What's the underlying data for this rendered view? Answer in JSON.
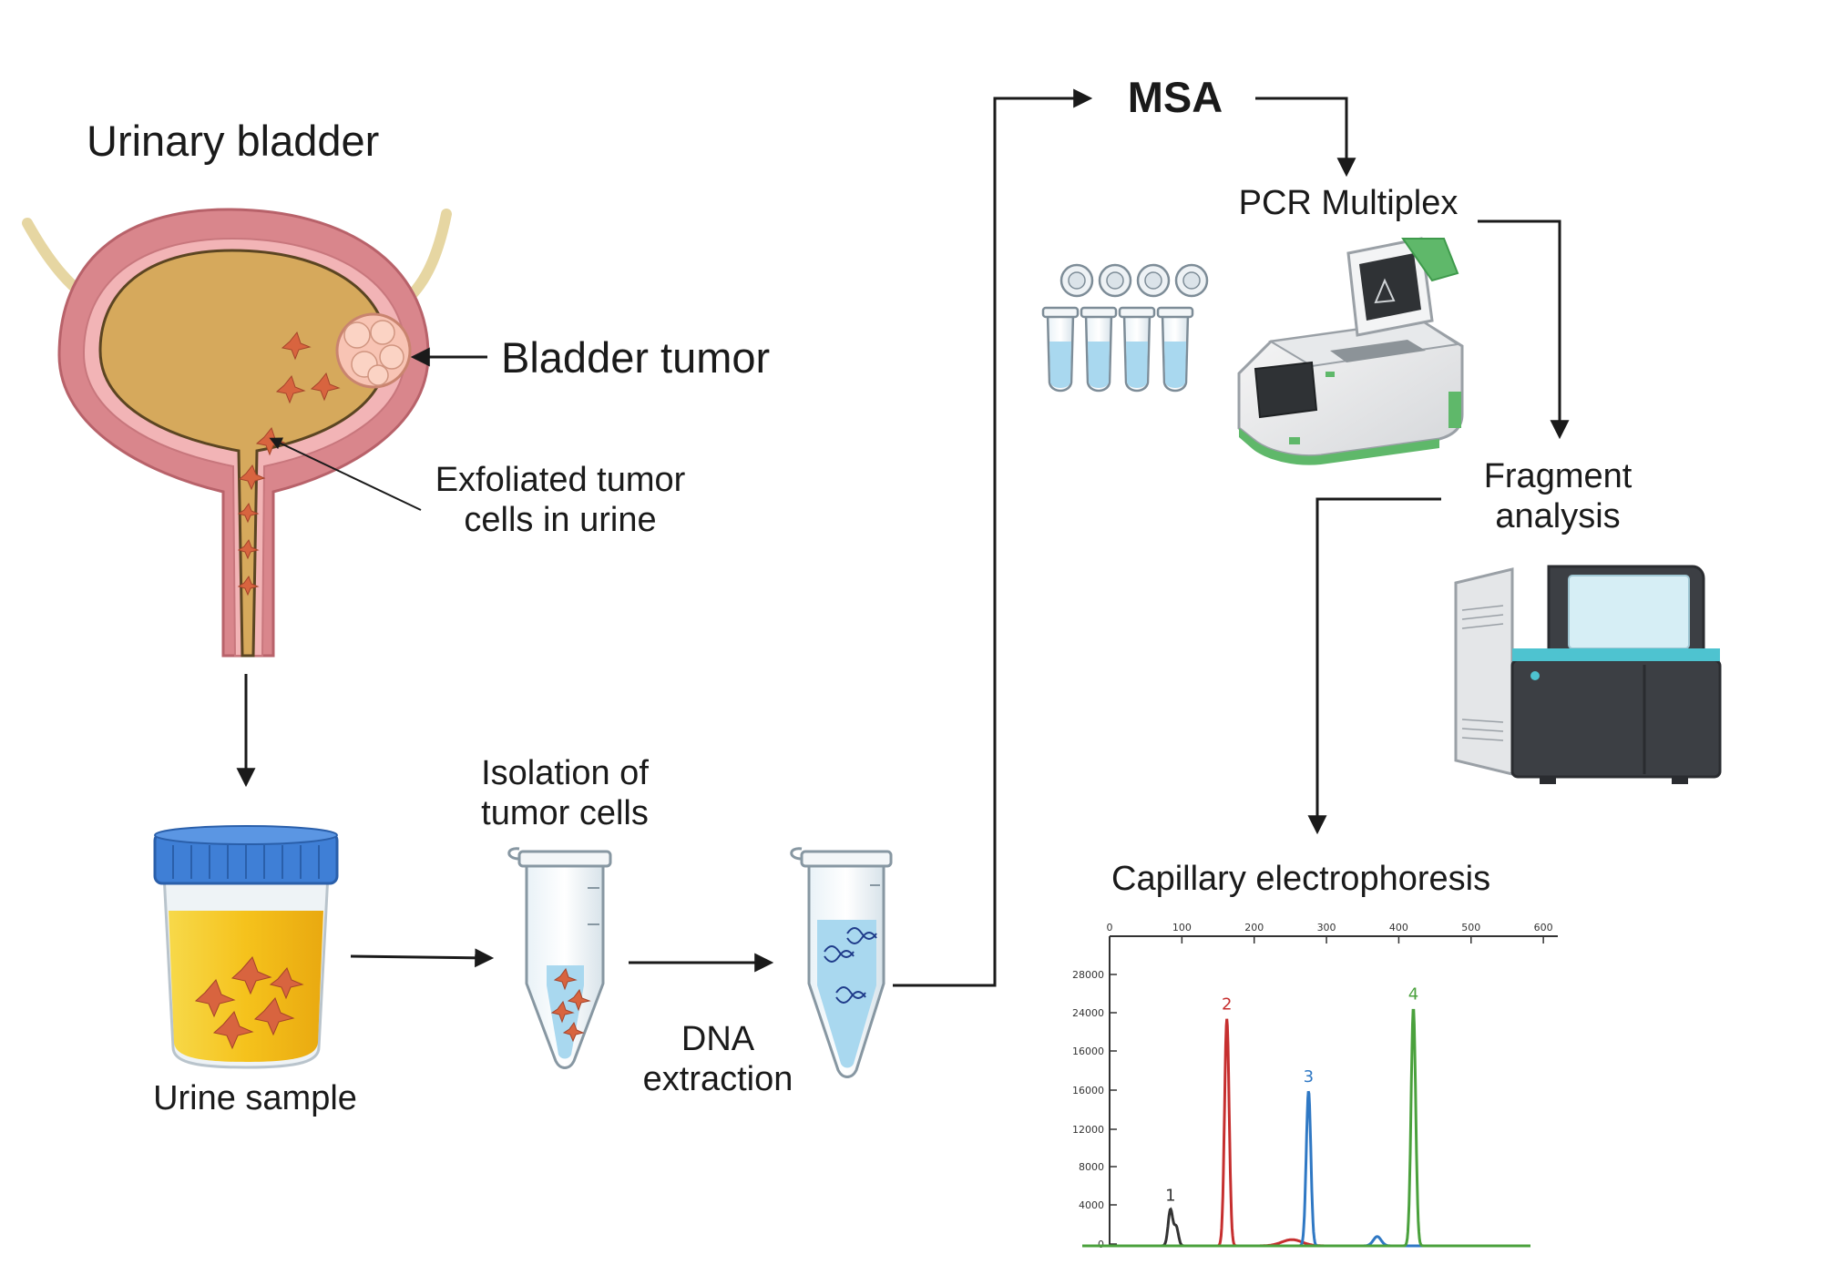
{
  "labels": {
    "urinary_bladder": "Urinary bladder",
    "bladder_tumor": "Bladder tumor",
    "exfoliated_line1": "Exfoliated tumor",
    "exfoliated_line2": "cells in urine",
    "urine_sample": "Urine sample",
    "isolation_line1": "Isolation of",
    "isolation_line2": "tumor cells",
    "dna_line1": "DNA",
    "dna_line2": "extraction",
    "msa": "MSA",
    "pcr_multiplex": "PCR Multiplex",
    "fragment_line1": "Fragment",
    "fragment_line2": "analysis",
    "capillary": "Capillary electrophoresis"
  },
  "icons": [
    "urinary-bladder-icon",
    "urine-cup-icon",
    "microtube-icon",
    "pcr-strip-tubes-icon",
    "thermocycler-icon",
    "genetic-analyzer-icon"
  ],
  "colors": {
    "arrow": "#1a1a1a",
    "bladder_wall": "#d9868c",
    "bladder_urine": "#d6a95c",
    "urine": "#f5c21c",
    "cup_lid": "#3f7fd6",
    "tube_liquid": "#a9d8ef",
    "instrument_green": "#5fb86a",
    "instrument_dark": "#3c3f44"
  },
  "chart_data": {
    "type": "line",
    "x_ticks": [
      0,
      100,
      200,
      300,
      400,
      500,
      600
    ],
    "y_ticks": [
      0,
      4000,
      8000,
      12000,
      16000,
      16000,
      24000,
      28000
    ],
    "xlim": [
      0,
      620
    ],
    "ylim": [
      0,
      30000
    ],
    "grid": false,
    "peaks": [
      {
        "label": "1",
        "color": "#333333",
        "x": 122,
        "height": 3500
      },
      {
        "label": "2",
        "color": "#c62f2f",
        "x": 200,
        "height": 22000
      },
      {
        "label": "3",
        "color": "#2f78c4",
        "x": 313,
        "height": 15000
      },
      {
        "label": "4",
        "color": "#4aa13c",
        "x": 458,
        "height": 23000
      }
    ]
  }
}
